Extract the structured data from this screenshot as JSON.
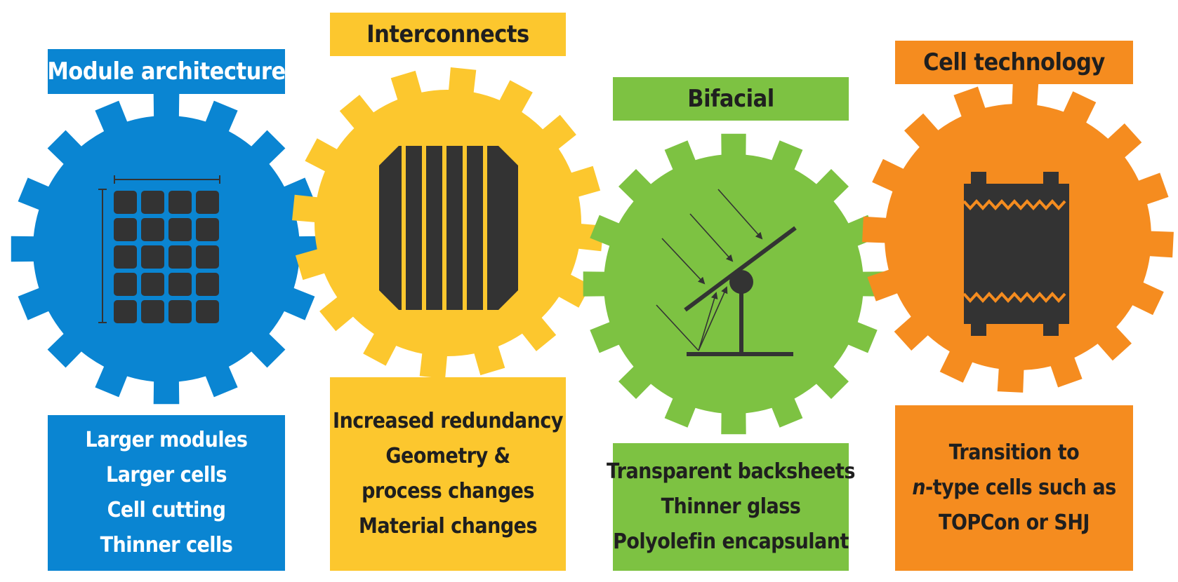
{
  "colors": {
    "blue": "#0a85d2",
    "yellow": "#fcc72e",
    "green": "#7dc242",
    "orange": "#f58c1f",
    "icon": "#333333"
  },
  "gears": [
    {
      "title": "Module architecture",
      "color": "blue",
      "icon": "module-grid-icon",
      "lines": [
        "Larger modules",
        "Larger cells",
        "Cell cutting",
        "Thinner cells"
      ]
    },
    {
      "title": "Interconnects",
      "color": "yellow",
      "icon": "solar-cell-icon",
      "lines": [
        "Increased redundancy",
        "Geometry &",
        "process changes",
        "Material changes"
      ]
    },
    {
      "title": "Bifacial",
      "color": "green",
      "icon": "bifacial-tracker-icon",
      "lines": [
        "Transparent backsheets",
        "Thinner glass",
        "Polyolefin encapsulant"
      ]
    },
    {
      "title": "Cell technology",
      "color": "orange",
      "icon": "layered-cell-icon",
      "lines": [
        "Transition to",
        "n",
        "-type cells such as",
        "TOPCon or SHJ"
      ]
    }
  ]
}
